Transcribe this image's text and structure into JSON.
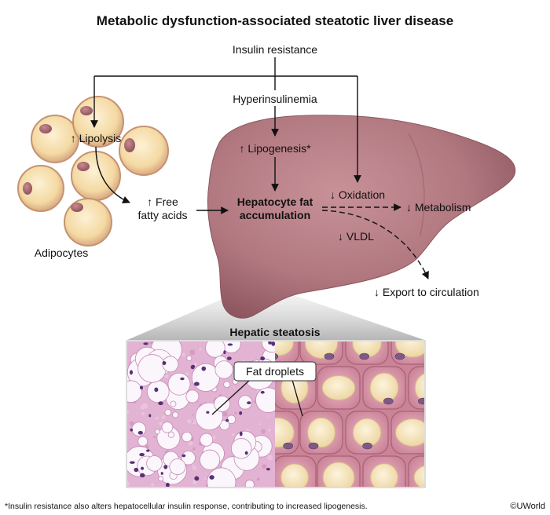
{
  "title": "Metabolic dysfunction-associated steatotic liver disease",
  "labels": {
    "insulin_resistance": "Insulin resistance",
    "hyperinsulinemia": "Hyperinsulinemia",
    "lipolysis": "↑ Lipolysis",
    "lipogenesis": "↑ Lipogenesis*",
    "ffa_line1": "↑ Free",
    "ffa_line2": "fatty acids",
    "hfa_line1": "Hepatocyte fat",
    "hfa_line2": "accumulation",
    "oxidation": "↓ Oxidation",
    "metabolism": "↓ Metabolism",
    "vldl": "↓ VLDL",
    "export": "↓ Export to circulation",
    "adipocytes": "Adipocytes",
    "hepatic_steatosis": "Hepatic steatosis",
    "fat_droplets": "Fat droplets"
  },
  "footnote": "*Insulin resistance also alters hepatocellular insulin response, contributing to increased lipogenesis.",
  "copyright": "©UWorld",
  "colors": {
    "liver": "#b5787f",
    "adipocyte": "#f3d7a0",
    "histo_pink": "#e7b8d8",
    "cell_pink": "#e3a6b7"
  }
}
